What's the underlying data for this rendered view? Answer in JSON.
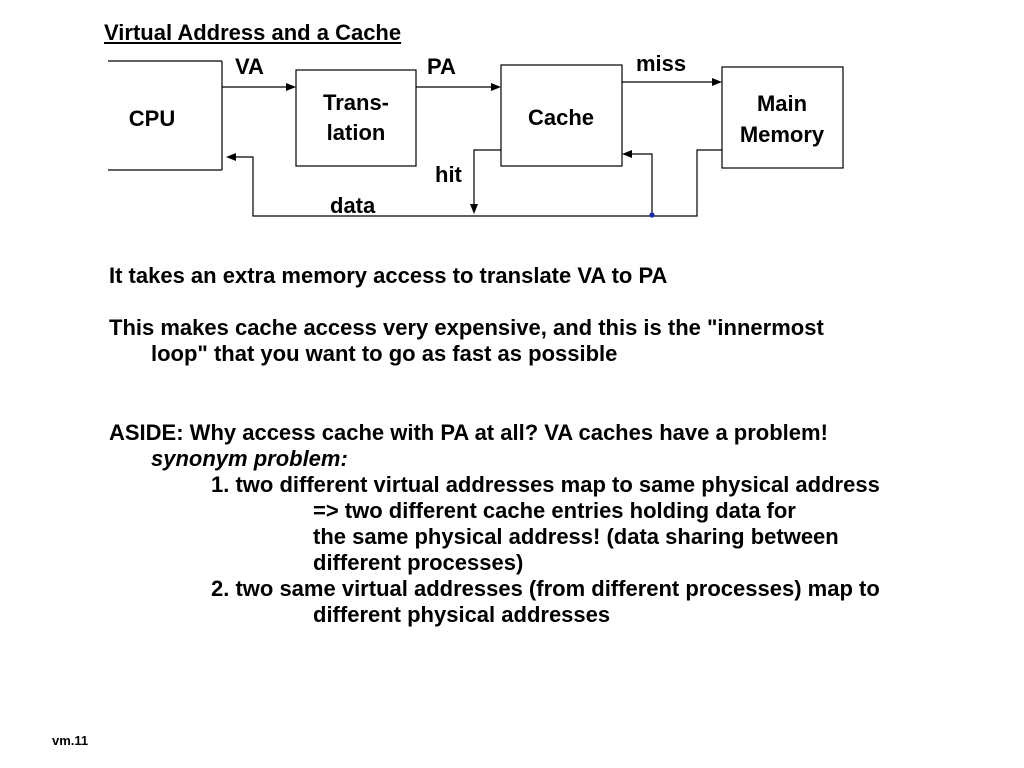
{
  "slide": {
    "title": "Virtual Address and a Cache",
    "diagram": {
      "cpu": "CPU",
      "translation_line1": "Trans-",
      "translation_line2": "lation",
      "cache": "Cache",
      "memory_line1": "Main",
      "memory_line2": "Memory",
      "va": "VA",
      "pa": "PA",
      "miss": "miss",
      "hit": "hit",
      "data": "data"
    },
    "para1": "It takes an extra  memory access to translate VA to PA",
    "para2_line1": "This makes cache access very expensive, and this is the \"innermost",
    "para2_line2": "loop\" that you want to go as fast as possible",
    "aside_line1": "ASIDE:  Why access cache with PA at all?  VA caches have a problem!",
    "aside_synonym": "synonym problem:",
    "item1_line1": "1. two different virtual addresses map to same physical address",
    "item1_line2": "=>  two different cache entries holding data for",
    "item1_line3": "the same physical address!  (data sharing between",
    "item1_line4": "different processes)",
    "item2_line1": "2. two same virtual addresses (from different processes) map to",
    "item2_line2": "different physical addresses",
    "footer": "vm.11"
  }
}
